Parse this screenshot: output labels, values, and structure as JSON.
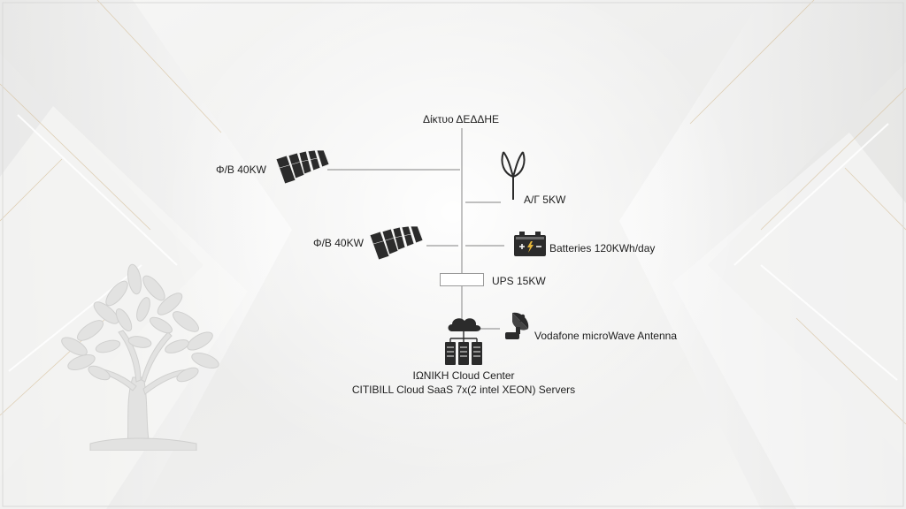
{
  "diagram": {
    "grid_label": "Δίκτυο ΔΕΔΔΗΕ",
    "pv_top_label": "Φ/Β 40KW",
    "wind_label": "Α/Γ 5KW",
    "pv_mid_label": "Φ/Β 40KW",
    "batteries_label": "Batteries 120KWh/day",
    "ups_label": "UPS 15KW",
    "antenna_label": "Vodafone microWave Antenna",
    "cloud_line1": "ΙΩΝΙΚΗ Cloud Center",
    "cloud_line2": "CITIBILL Cloud SaaS 7x(2 intel XEON) Servers"
  },
  "icons": {
    "solar_panel": "solar-panel-icon",
    "wind_turbine": "wind-turbine-icon",
    "battery": "battery-icon",
    "satellite_dish": "satellite-dish-icon",
    "cloud_servers": "cloud-server-icon",
    "tree_logo": "tree-logo-icon"
  },
  "colors": {
    "background": "#f3f3f2",
    "line": "#9a9a9a",
    "icon_dark": "#2b2b2b",
    "accent_gold": "#d8c3a0"
  }
}
